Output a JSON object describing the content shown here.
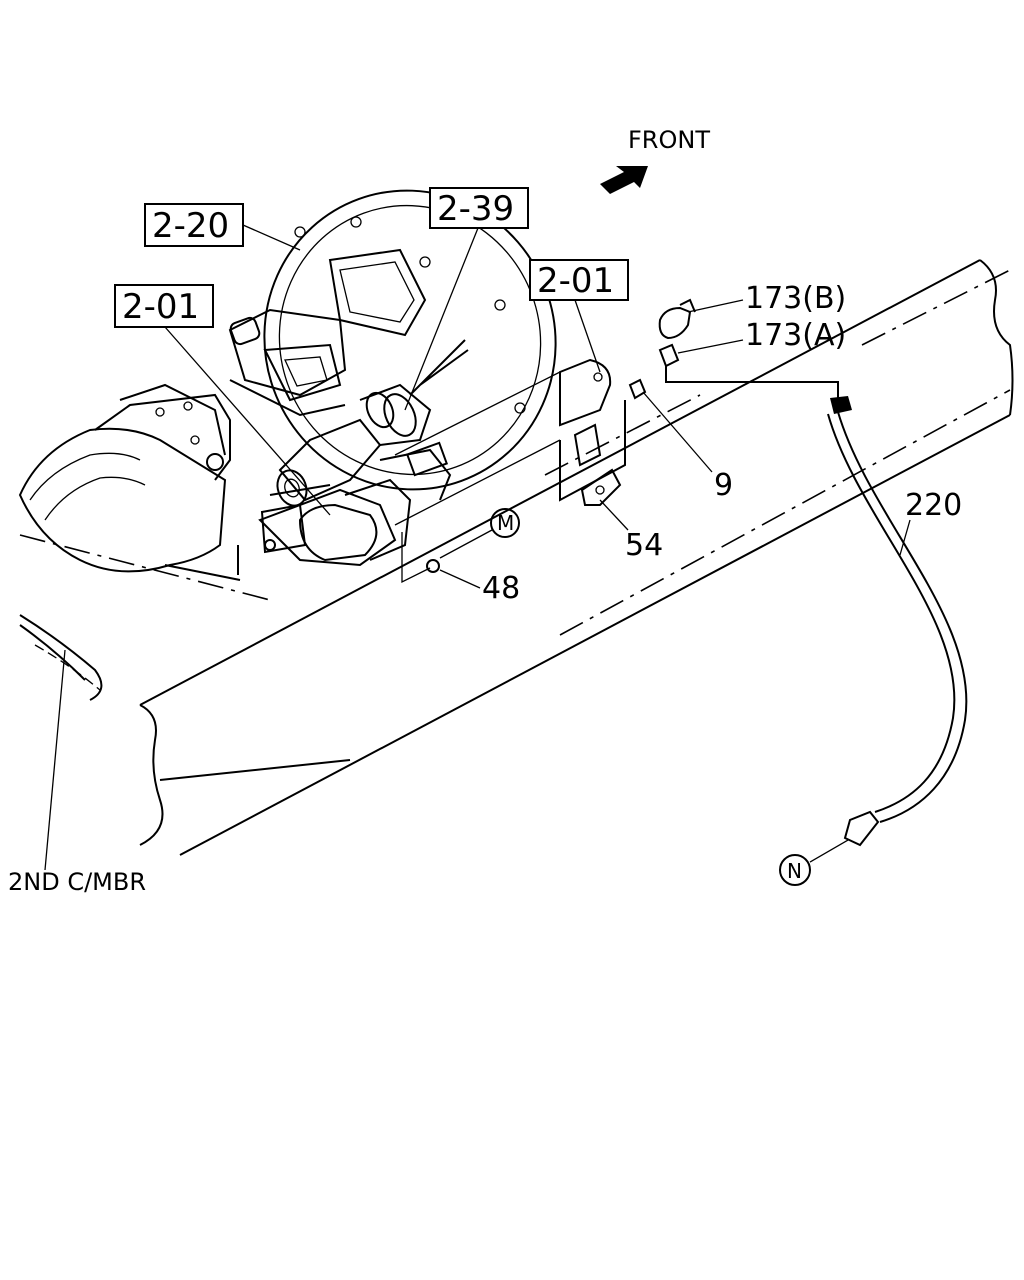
{
  "labels": {
    "front": "FRONT",
    "ref_2_20": "2-20",
    "ref_2_39": "2-39",
    "ref_2_01_left": "2-01",
    "ref_2_01_right": "2-01",
    "part_173b": "173(B)",
    "part_173a": "173(A)",
    "part_9": "9",
    "part_54": "54",
    "part_48": "48",
    "part_220": "220",
    "marker_m": "M",
    "marker_n": "N",
    "member": "2ND C/MBR"
  },
  "icons": {
    "front_arrow": "front-direction-arrow"
  }
}
